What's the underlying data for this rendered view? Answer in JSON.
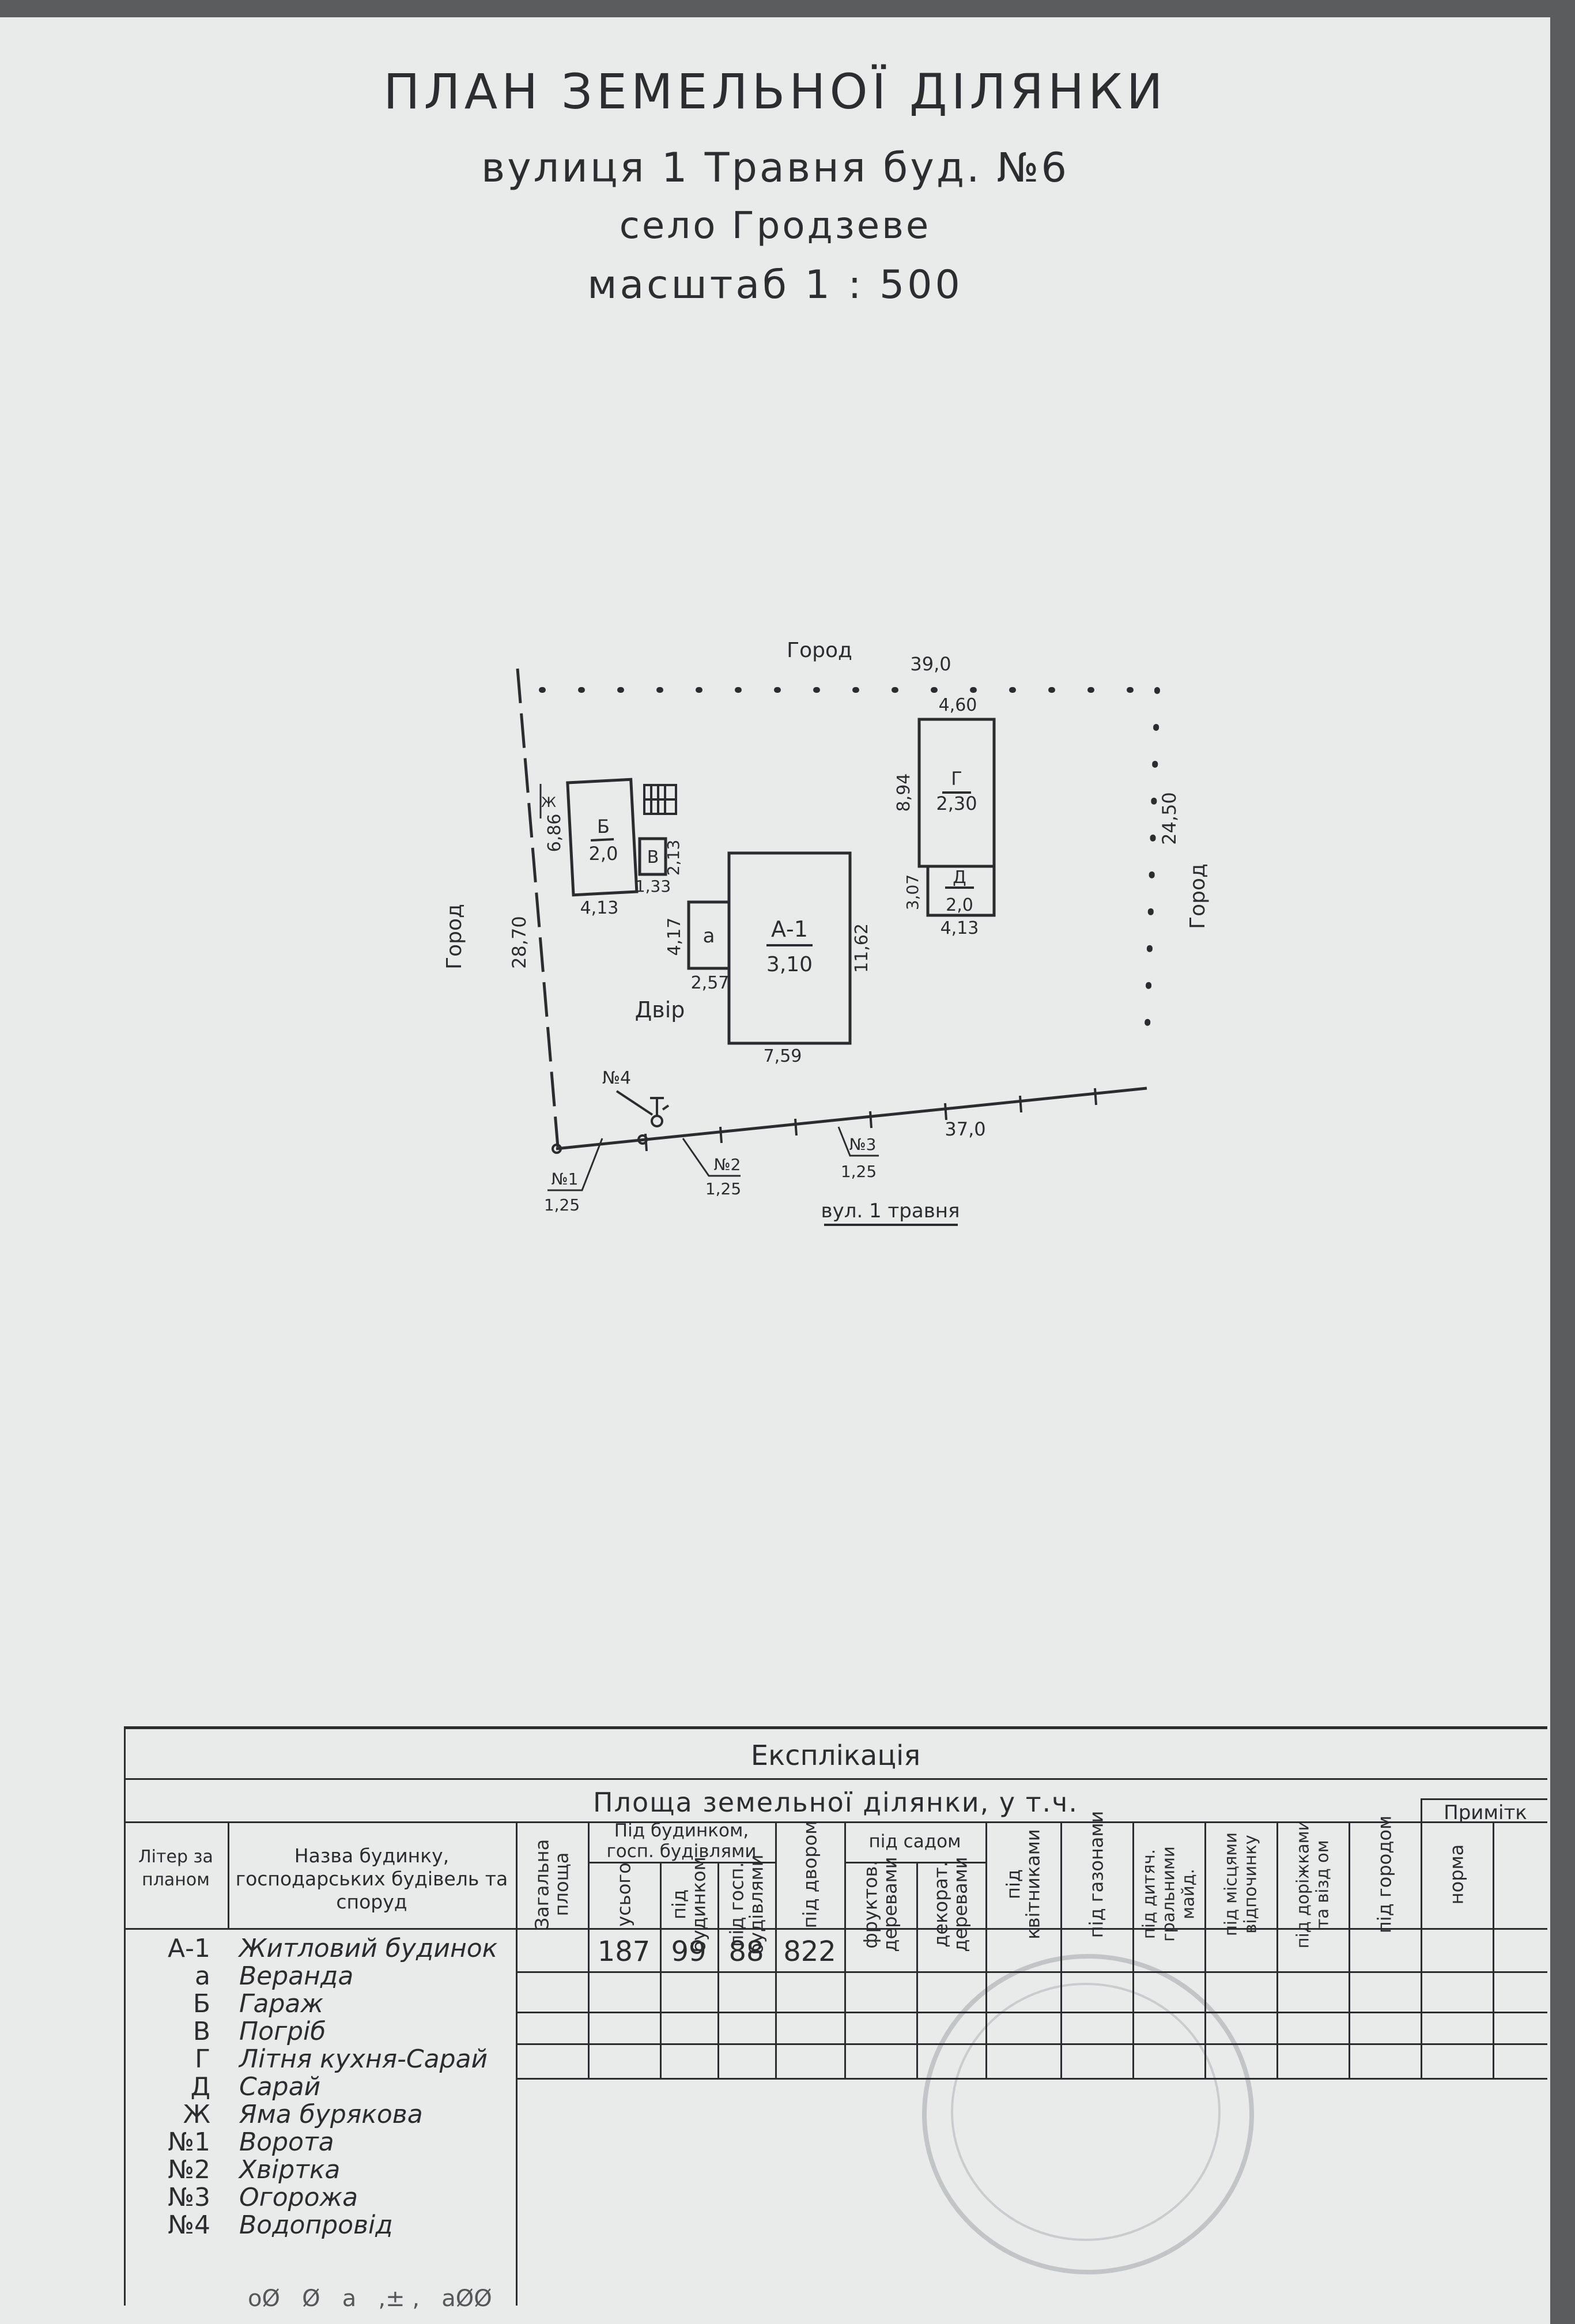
{
  "header": {
    "title": "ПЛАН ЗЕМЕЛЬНОЇ ДІЛЯНКИ",
    "address": "вулиця 1 Травня  буд. №6",
    "village": "село  Гродзеве",
    "scale": "масштаб  1 : 500"
  },
  "plan": {
    "neighbors": {
      "top": "Город",
      "left": "Город",
      "right": "Город"
    },
    "yard": "Двір",
    "street": "вул. 1 травня",
    "dims": {
      "top": "39,0",
      "bottom": "37,0",
      "left": "28,70",
      "right": "24,50",
      "a1_w": "7,59",
      "a1_h": "11,62",
      "a1_label": "А-1",
      "a1_height": "3,10",
      "a_label": "а",
      "a_w": "2,57",
      "a_h": "4,17",
      "b_label": "Б",
      "b_height": "2,0",
      "b_w": "4,13",
      "b_h": "6,86",
      "v_label": "В",
      "v_w": "1,33",
      "v_h": "2,13",
      "zh_label": "Ж",
      "g_label": "Г",
      "g_height": "2,30",
      "g_w": "4,60",
      "g_h": "8,94",
      "d_label": "Д",
      "d_height": "2,0",
      "d_w": "4,13",
      "d_h": "3,07"
    },
    "marks": {
      "n1": "№1",
      "n1v": "1,25",
      "n2": "№2",
      "n2v": "1,25",
      "n3": "№3",
      "n3v": "1,25",
      "n4": "№4"
    }
  },
  "explication": {
    "title": "Експлікація",
    "subtitle": "Площа земельної ділянки, у т.ч.",
    "col_litera": "Літер за планом",
    "col_name": "Назва будинку, господарських будівель та споруд",
    "col_total": "Загальна площа",
    "group_buildings": "Під будинком, госп. будівлями",
    "col_all": "усього",
    "col_house": "під будинком",
    "col_outbuild": "під госп. будівлями",
    "col_yard": "під двором",
    "group_garden": "під садом",
    "col_fruit": "фруктов. деревами",
    "col_decor": "декорат. деревами",
    "col_flowers": "під квітниками",
    "col_lawn": "під газонами",
    "col_playground": "під дитяч. гральними майд.",
    "col_rest": "під місцями відпочинку",
    "col_paths": "під доріжками та візд ом",
    "col_vegetable": "під городом",
    "col_notes": "Примітк",
    "col_norm": "норма",
    "values": {
      "all": "187",
      "house": "99",
      "outbuild": "88",
      "yard": "822"
    },
    "legend": [
      {
        "letter": "А-1",
        "name": "Житловий будинок"
      },
      {
        "letter": "а",
        "name": "Веранда"
      },
      {
        "letter": "Б",
        "name": "Гараж"
      },
      {
        "letter": "В",
        "name": "Погріб"
      },
      {
        "letter": "Г",
        "name": "Літня кухня-Сарай"
      },
      {
        "letter": "Д",
        "name": "Сарай"
      },
      {
        "letter": "Ж",
        "name": "Яма бурякова"
      },
      {
        "letter": "№1",
        "name": "Ворота"
      },
      {
        "letter": "№2",
        "name": "Хвіртка"
      },
      {
        "letter": "№3",
        "name": "Огорожа"
      },
      {
        "letter": "№4",
        "name": "Водопровід"
      }
    ]
  }
}
